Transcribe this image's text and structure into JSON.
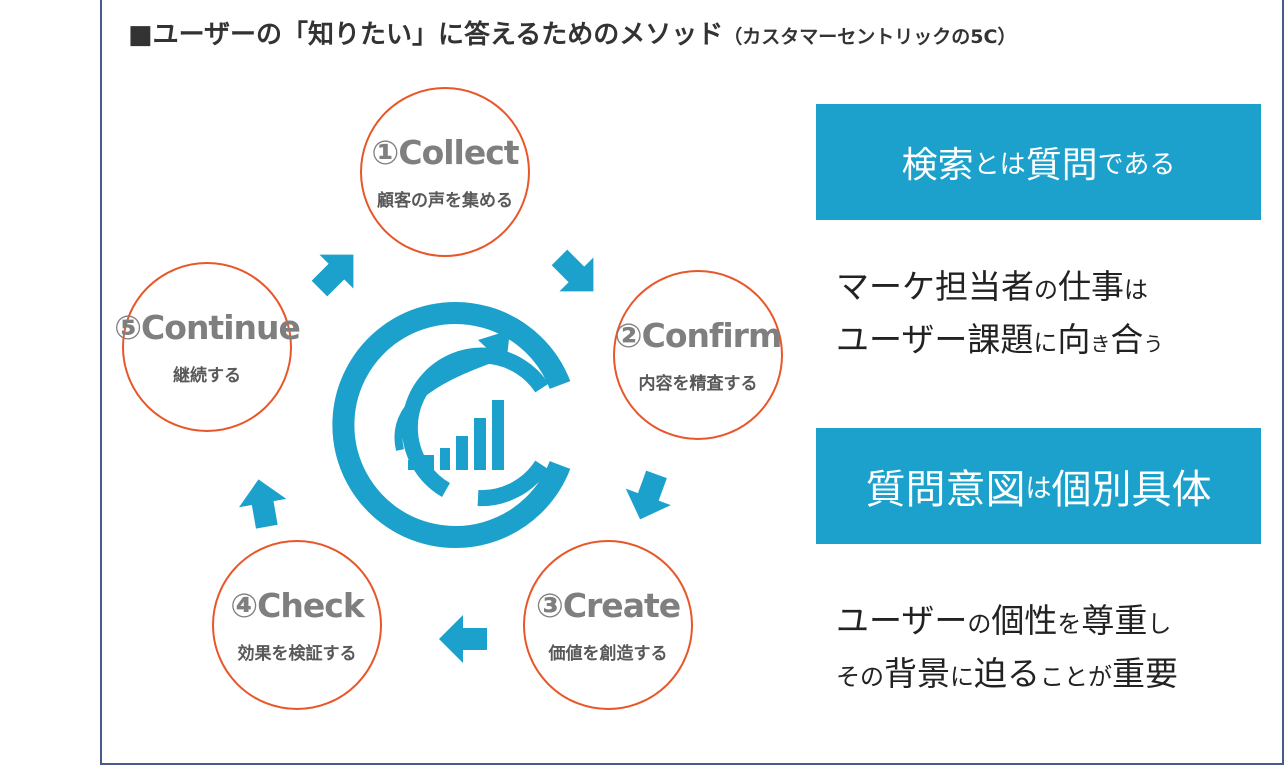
{
  "title": {
    "main": "■ユーザーの「知りたい」に答えるためのメソッド",
    "sub": "（カスタマーセントリックの5C）"
  },
  "steps": [
    {
      "name": "①Collect",
      "desc": "顧客の声を集める"
    },
    {
      "name": "②Confirm",
      "desc": "内容を精査する"
    },
    {
      "name": "③Create",
      "desc": "価値を創造する"
    },
    {
      "name": "④Check",
      "desc": "効果を検証する"
    },
    {
      "name": "⑤Continue",
      "desc": "継続する"
    }
  ],
  "box1": {
    "p1": "検索",
    "p2": "とは",
    "p3": "質問",
    "p4": "である"
  },
  "text1": {
    "l1a": "マーケ担当者",
    "l1b": "の",
    "l1c": "仕事",
    "l1d": "は",
    "l2a": "ユーザー課題",
    "l2b": "に",
    "l2c": "向",
    "l2d": "き",
    "l2e": "合",
    "l2f": "う"
  },
  "box2": {
    "p1": "質問意図",
    "p2": "は",
    "p3": "個別具体"
  },
  "text2": {
    "l1a": "ユーザー",
    "l1b": "の",
    "l1c": "個性",
    "l1d": "を",
    "l1e": "尊重",
    "l1f": "し",
    "l2a": "その",
    "l2b": "背景",
    "l2c": "に",
    "l2d": "迫る",
    "l2e": "ことが",
    "l2f": "重要"
  },
  "colors": {
    "accent": "#1ba1cb",
    "circle_border": "#e8572a",
    "step_text": "#7f7f7f"
  },
  "icons": [
    "growth-chart-logo-icon",
    "cycle-arrow-icon"
  ]
}
